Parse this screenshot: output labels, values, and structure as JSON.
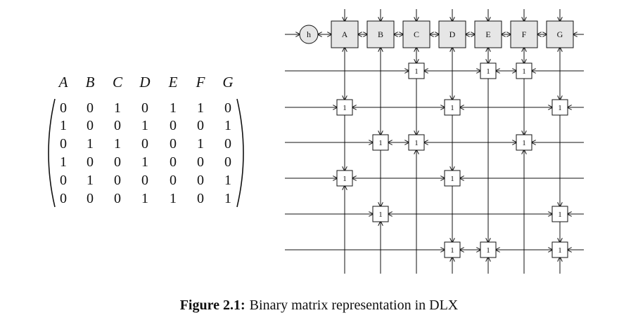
{
  "matrix": {
    "columns": [
      "A",
      "B",
      "C",
      "D",
      "E",
      "F",
      "G"
    ],
    "rows": [
      [
        "0",
        "0",
        "1",
        "0",
        "1",
        "1",
        "0"
      ],
      [
        "1",
        "0",
        "0",
        "1",
        "0",
        "0",
        "1"
      ],
      [
        "0",
        "1",
        "1",
        "0",
        "0",
        "1",
        "0"
      ],
      [
        "1",
        "0",
        "0",
        "1",
        "0",
        "0",
        "0"
      ],
      [
        "0",
        "1",
        "0",
        "0",
        "0",
        "0",
        "1"
      ],
      [
        "0",
        "0",
        "0",
        "1",
        "1",
        "0",
        "1"
      ]
    ]
  },
  "dlx": {
    "head_label": "h",
    "column_labels": [
      "A",
      "B",
      "C",
      "D",
      "E",
      "F",
      "G"
    ],
    "node_label": "1",
    "rows": [
      [
        0,
        0,
        1,
        0,
        1,
        1,
        0
      ],
      [
        1,
        0,
        0,
        1,
        0,
        0,
        1
      ],
      [
        0,
        1,
        1,
        0,
        0,
        1,
        0
      ],
      [
        1,
        0,
        0,
        1,
        0,
        0,
        0
      ],
      [
        0,
        1,
        0,
        0,
        0,
        0,
        1
      ],
      [
        0,
        0,
        0,
        1,
        1,
        0,
        1
      ]
    ]
  },
  "caption": {
    "label": "Figure 2.1:",
    "text": "Binary matrix representation in DLX"
  },
  "colors": {
    "header_fill": "#e6e6e6",
    "stroke": "#111111",
    "node_fill": "#ffffff"
  }
}
